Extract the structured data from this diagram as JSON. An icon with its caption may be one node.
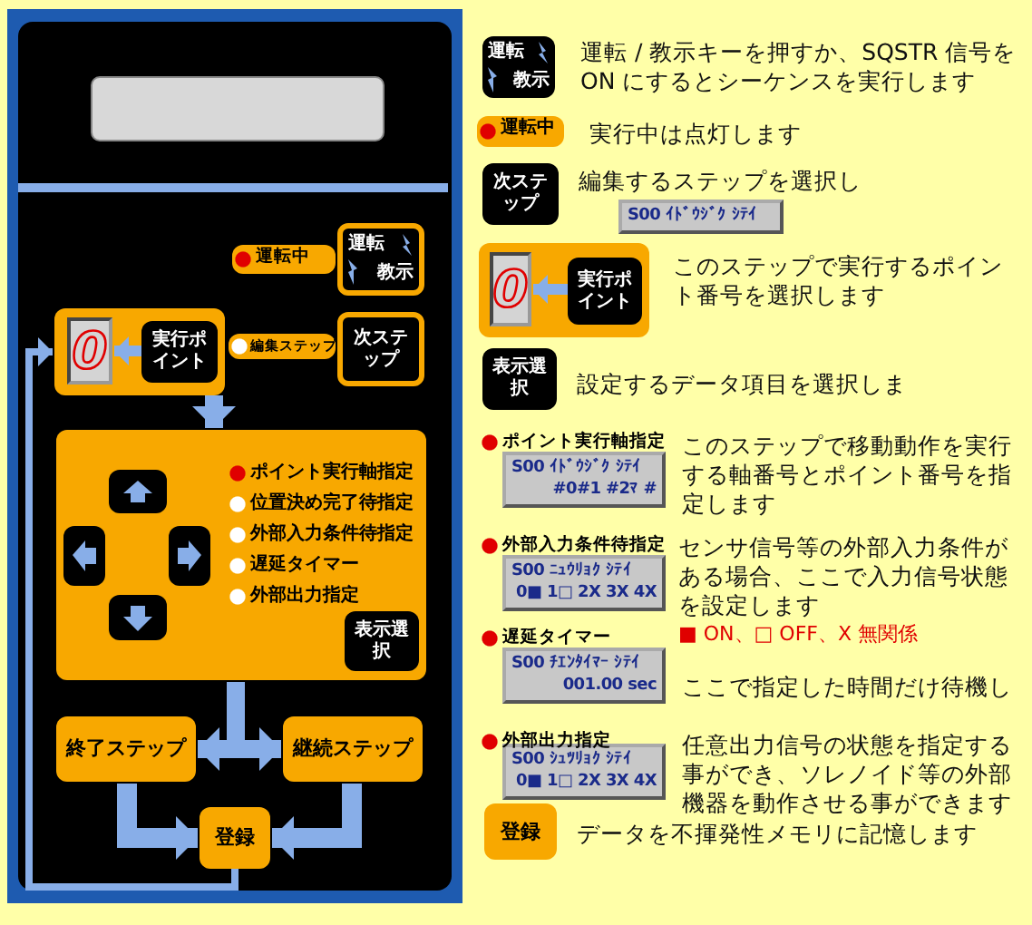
{
  "diagram": {
    "nodes": [
      {
        "text": [
          "運転中"
        ]
      },
      {
        "text": [
          "運転",
          "教示"
        ]
      },
      {
        "text": [],
        "shape": "box"
      },
      {
        "text": [
          "0"
        ],
        "in": 2
      },
      {
        "text": [
          "実行ポイント"
        ],
        "in": 2
      },
      {
        "text": [
          "編集ステップ"
        ]
      },
      {
        "text": [
          "次ステップ"
        ]
      },
      {
        "text": [],
        "shape": "box"
      },
      {
        "text": [
          "表示選択"
        ],
        "in": 7
      },
      {
        "text": [
          "終了ステップ"
        ]
      },
      {
        "text": [
          "継続ステップ"
        ]
      },
      {
        "text": [
          "登録"
        ]
      },
      {
        "text": [
          "運転",
          "教示"
        ],
        "beside": [
          "運転 / 教示キーを押すか、SQSTR 信号を ON にするとシーケンスを実行します"
        ]
      },
      {
        "text": [
          "運転中"
        ],
        "beside": [
          "実行中は点灯します"
        ]
      },
      {
        "text": [
          "次ステップ"
        ],
        "beside": [
          "編集するステップを選択し"
        ]
      },
      {
        "text": [
          "S00 ｲﾄﾞｳｼﾞｸ ｼﾃｲ"
        ]
      },
      {
        "text": [],
        "shape": "box",
        "beside": [
          "このステップで実行するポイント番号を選択します"
        ]
      },
      {
        "text": [
          "0"
        ],
        "in": 16
      },
      {
        "text": [
          "実行ポイント"
        ],
        "in": 16
      },
      {
        "text": [
          "表示選択"
        ],
        "beside": [
          "設定するデータ項目を選択しま"
        ]
      },
      {
        "text": [
          "S00 ｲﾄﾞｳｼﾞｸ ｼﾃｲ",
          "#0#1 #2ﾏ #"
        ],
        "beside": [
          "ポイント実行軸指定",
          "このステップで移動動作を実行する軸番号とポイント番号を指定します"
        ]
      },
      {
        "text": [
          "S00 ﾆｭｳﾘｮｸ ｼﾃｲ",
          "0■ 1□ 2X 3X 4X"
        ],
        "beside": [
          "外部入力条件待指定",
          "センサ信号等の外部入力条件がある場合、ここで入力信号状態を設定します",
          "■ ON、□ OFF、X 無関係"
        ]
      },
      {
        "text": [
          "S00 ﾁｴﾝﾀｲﾏｰ ｼﾃｲ",
          "001.00 sec"
        ],
        "beside": [
          "遅延タイマー",
          "ここで指定した時間だけ待機し"
        ]
      },
      {
        "text": [
          "S00 ｼｭﾂﾘｮｸ ｼﾃｲ",
          "0■ 1□ 2X 3X 4X"
        ],
        "beside": [
          "外部出力指定",
          "任意出力信号の状態を指定する事ができ、ソレノイド等の外部機器を動作させる事ができます"
        ]
      },
      {
        "text": [
          "登録"
        ],
        "beside": [
          "データを不揮発性メモリに記憶します"
        ]
      }
    ],
    "edges": [
      {
        "from": 4,
        "to": 3,
        "arrow": "to"
      },
      {
        "from": 2,
        "to": 7,
        "arrow": "to"
      },
      {
        "from": 7,
        "to": 9,
        "arrow": "to"
      },
      {
        "from": 7,
        "to": 10,
        "arrow": "to"
      },
      {
        "from": 9,
        "to": 11,
        "arrow": "to"
      },
      {
        "from": 10,
        "to": 11,
        "arrow": "to"
      },
      {
        "from": 11,
        "to": 2,
        "arrow": "to"
      },
      {
        "from": 18,
        "to": 17,
        "arrow": "to"
      }
    ],
    "labels": [
      "ポイント実行軸指定",
      "位置決め完了待指定",
      "外部入力条件待指定",
      "遅延タイマー",
      "外部出力指定"
    ]
  }
}
